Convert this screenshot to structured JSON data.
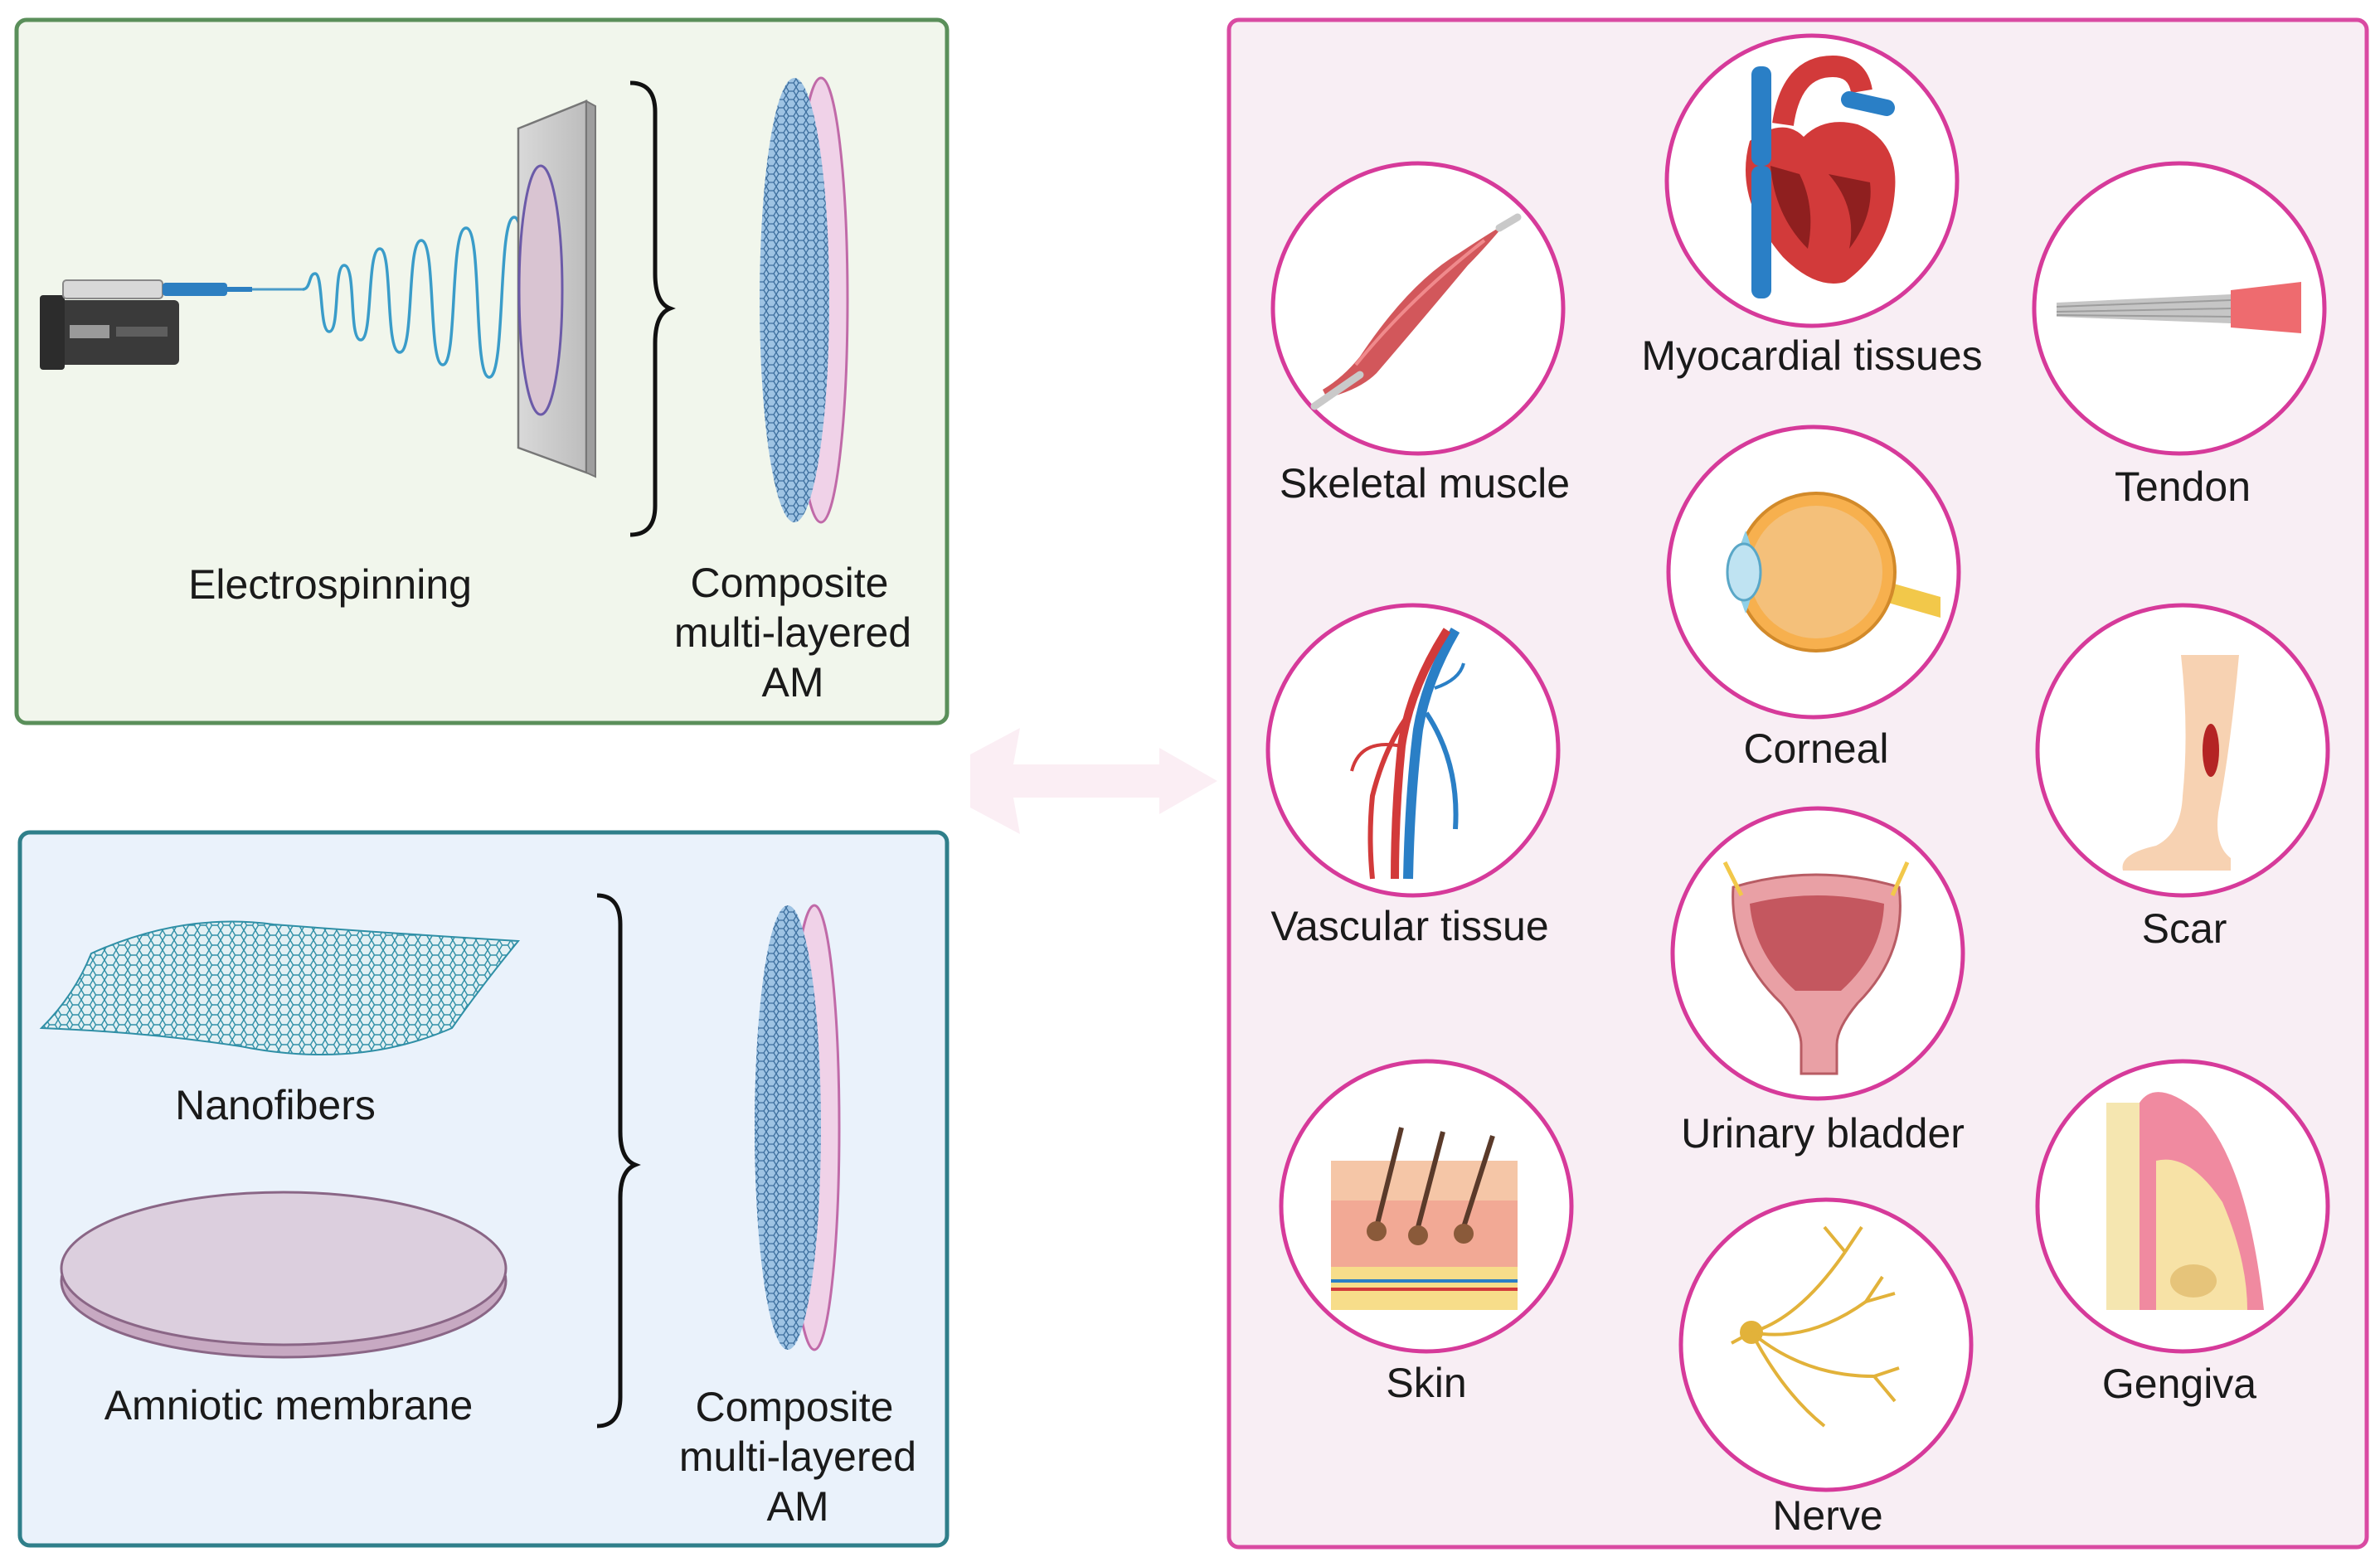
{
  "panels": {
    "electrospinning": {
      "process_label": "Electrospinning",
      "result_label_lines": [
        "Composite",
        "multi-layered",
        "AM"
      ]
    },
    "layering": {
      "nanofibers_label": "Nanofibers",
      "membrane_label": "Amniotic membrane",
      "result_label_lines": [
        "Composite",
        "multi-layered",
        "AM"
      ]
    },
    "applications": {
      "items": [
        {
          "id": "skeletal-muscle",
          "label": "Skeletal muscle"
        },
        {
          "id": "myocardial",
          "label": "Myocardial tissues"
        },
        {
          "id": "tendon",
          "label": "Tendon"
        },
        {
          "id": "corneal",
          "label": "Corneal"
        },
        {
          "id": "vascular",
          "label": "Vascular tissue"
        },
        {
          "id": "scar",
          "label": "Scar"
        },
        {
          "id": "urinary-bladder",
          "label": "Urinary bladder"
        },
        {
          "id": "skin",
          "label": "Skin"
        },
        {
          "id": "gengiva",
          "label": "Gengiva"
        },
        {
          "id": "nerve",
          "label": "Nerve"
        }
      ]
    }
  },
  "colors": {
    "panel1_border": "#5a8f5a",
    "panel1_fill": "#f1f6ec",
    "panel2_border": "#2f7f8a",
    "panel2_fill": "#eaf2fb",
    "panel3_border": "#d94aa2",
    "panel3_fill": "#f8eef4",
    "circle_stroke": "#d63a9a"
  }
}
